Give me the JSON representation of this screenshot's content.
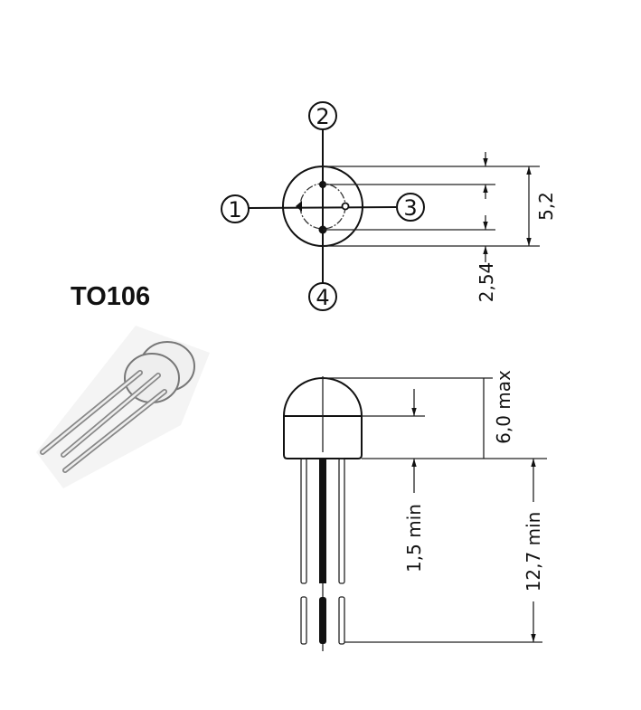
{
  "package_name": "TO106",
  "top_view": {
    "pins": [
      "1",
      "2",
      "3",
      "4"
    ],
    "dim_pin_spacing": "2,54",
    "dim_diameter": "5,2"
  },
  "side_view": {
    "dim_height": "6,0 max",
    "dim_lead_gap": "1,5 min",
    "dim_lead_length": "12,7 min"
  }
}
